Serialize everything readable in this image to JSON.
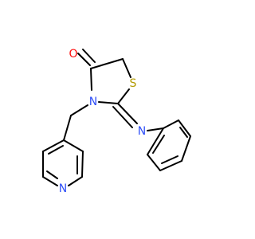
{
  "molecule": {
    "atoms": {
      "oxygen": {
        "label": "O",
        "color": "#ff0d0d"
      },
      "sulfur": {
        "label": "S",
        "color": "#b39b00"
      },
      "ring_nitrogen": {
        "label": "N",
        "color": "#3050f8"
      },
      "imine_nitrogen": {
        "label": "N",
        "color": "#3050f8"
      },
      "pyridine_nitrogen": {
        "label": "N",
        "color": "#3050f8"
      }
    },
    "bond_color": "#000000",
    "background": "#ffffff"
  }
}
